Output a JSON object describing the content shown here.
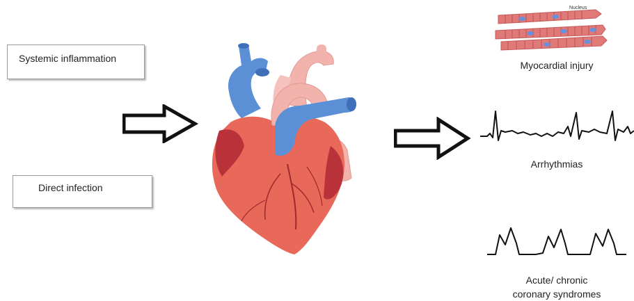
{
  "causes": {
    "systemic": "Systemic inflammation",
    "direct": "Direct infection"
  },
  "heart": {
    "icon": "heart-anatomy-icon"
  },
  "outcomes": {
    "myocardial_injury": "Myocardial injury",
    "fiber_label": "Nucleus",
    "arrhythmias": "Arrhythmias",
    "acs_line1": "Acute/ chronic",
    "acs_line2": "coronary syndromes"
  },
  "colors": {
    "myocardium": "#e8685a",
    "myocardium_dark": "#b9323a",
    "vein_blue": "#5b8fd6",
    "artery_pink": "#f3b3ad",
    "fiber_red": "#e07a78",
    "nucleus_blue": "#6b8fd8"
  }
}
